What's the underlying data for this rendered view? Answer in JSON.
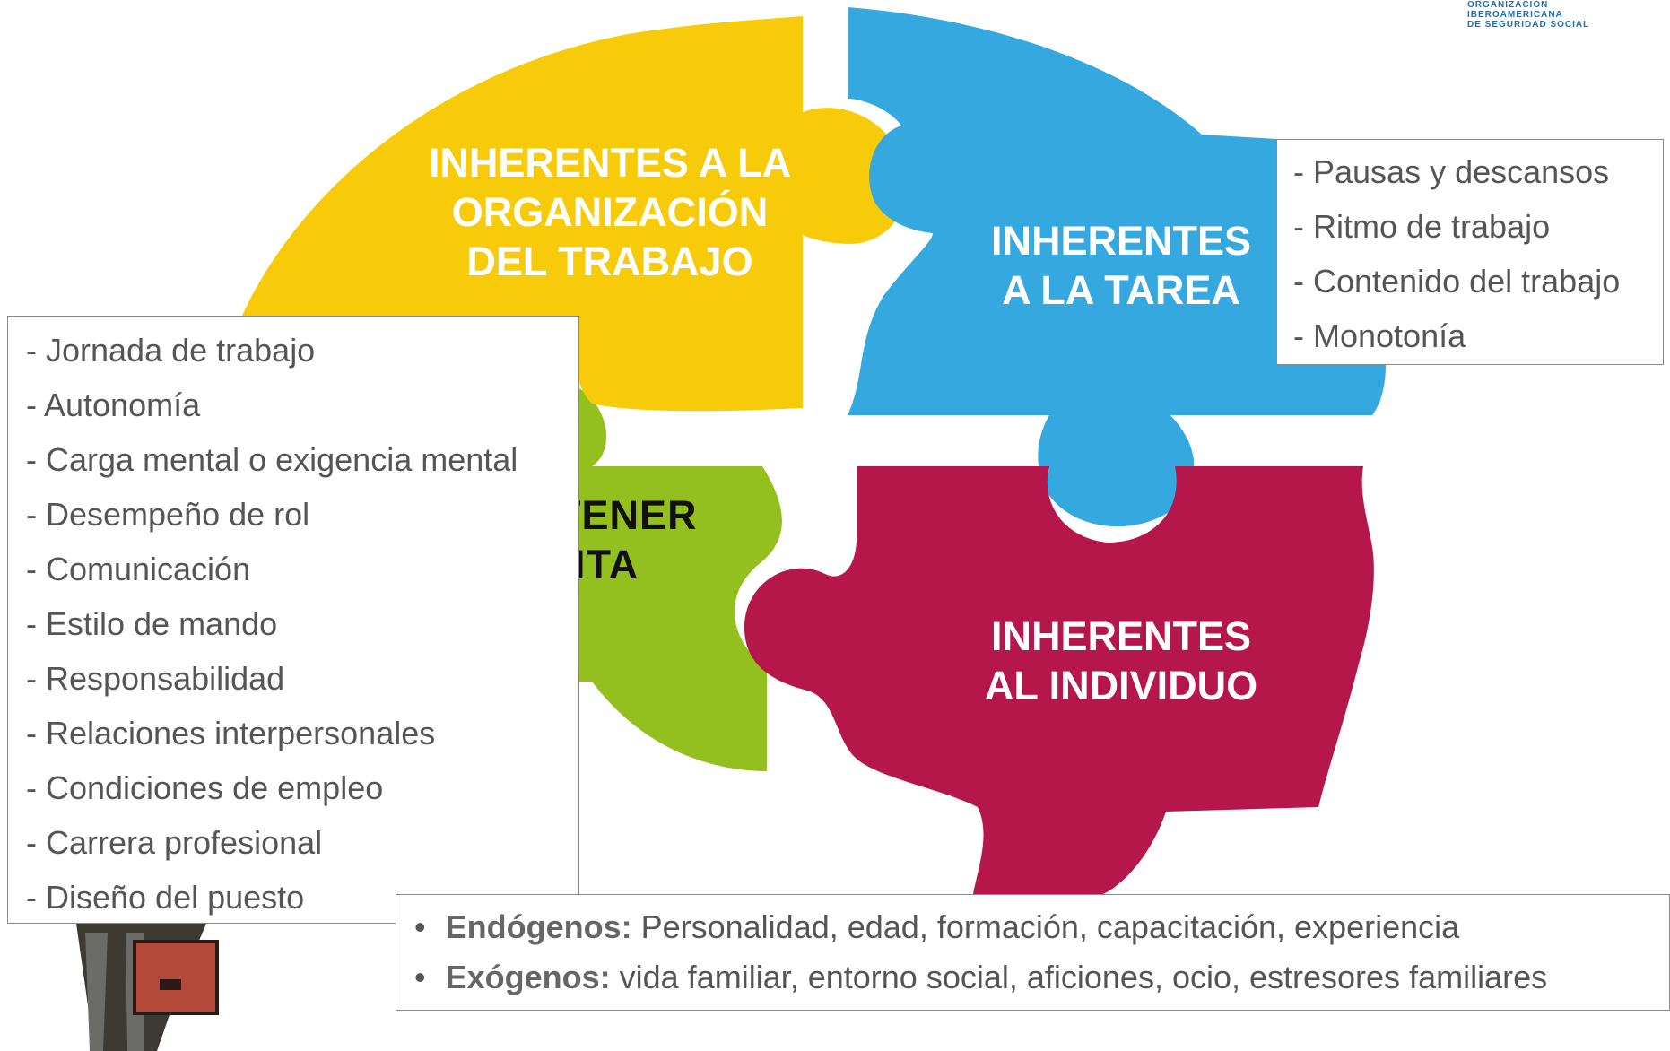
{
  "logo": {
    "line1": "ORGANIZACIÓN",
    "line2": "IBEROAMERICANA",
    "line3": "DE SEGURIDAD SOCIAL"
  },
  "pieces": {
    "organizacion": {
      "label": "INHERENTES A LA\nORGANIZACIÓN\nDEL TRABAJO",
      "color": "#F7CB0A"
    },
    "tarea": {
      "label": "INHERENTES\nA LA TAREA",
      "color": "#35A8E0"
    },
    "individuo": {
      "label": "INHERENTES\nAL INDIVIDUO",
      "color": "#B5174A"
    },
    "center": {
      "label": "TENER\nNTA",
      "color": "#93C01F"
    }
  },
  "organizacion_items": [
    "- Jornada de trabajo",
    "- Autonomía",
    "- Carga mental o exigencia mental",
    "- Desempeño de rol",
    "- Comunicación",
    "- Estilo de mando",
    "- Responsabilidad",
    "- Relaciones interpersonales",
    "- Condiciones de empleo",
    "- Carrera profesional",
    "- Diseño del puesto"
  ],
  "tarea_items": [
    "- Pausas y descansos",
    "- Ritmo de trabajo",
    "- Contenido del trabajo",
    "- Monotonía"
  ],
  "individuo_items": [
    {
      "bullet": "•",
      "term": "Endógenos:",
      "text": " Personalidad, edad, formación, capacitación, experiencia"
    },
    {
      "bullet": "•",
      "term": "Exógenos:",
      "text": " vida familiar, entorno social, aficiones, ocio, estresores familiares"
    }
  ]
}
